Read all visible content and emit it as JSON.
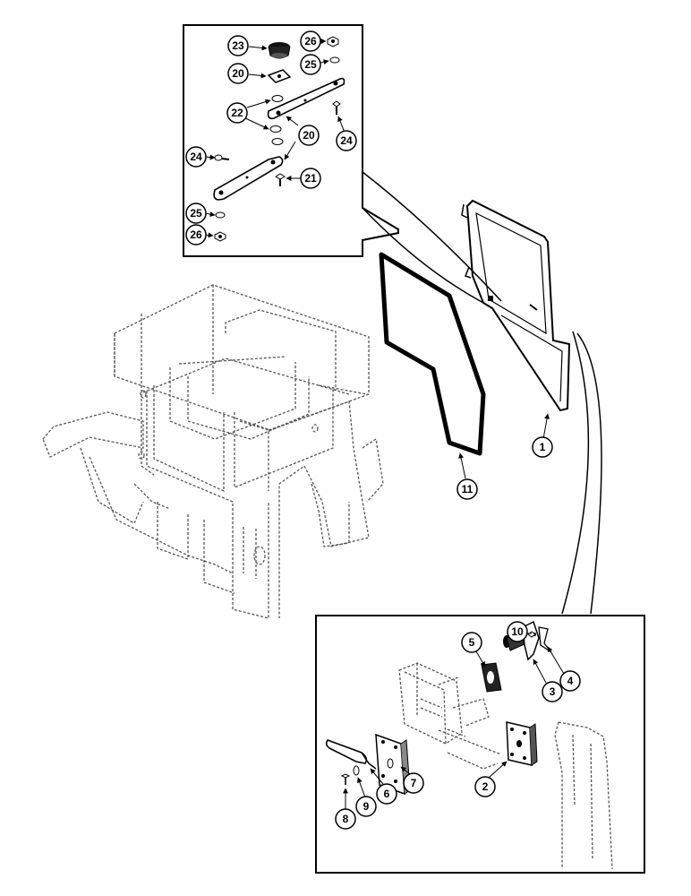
{
  "callouts": {
    "top_inset": {
      "c23": "23",
      "c26a": "26",
      "c20a": "20",
      "c25a": "25",
      "c22": "22",
      "c24a": "24",
      "c20b": "20",
      "c24b": "24",
      "c21": "21",
      "c25b": "25",
      "c26b": "26"
    },
    "door": {
      "c1": "1",
      "c11": "11"
    },
    "bottom_inset": {
      "c10": "10",
      "c5": "5",
      "c4": "4",
      "c3": "3",
      "c7": "7",
      "c2": "2",
      "c6": "6",
      "c9": "9",
      "c8": "8"
    }
  }
}
